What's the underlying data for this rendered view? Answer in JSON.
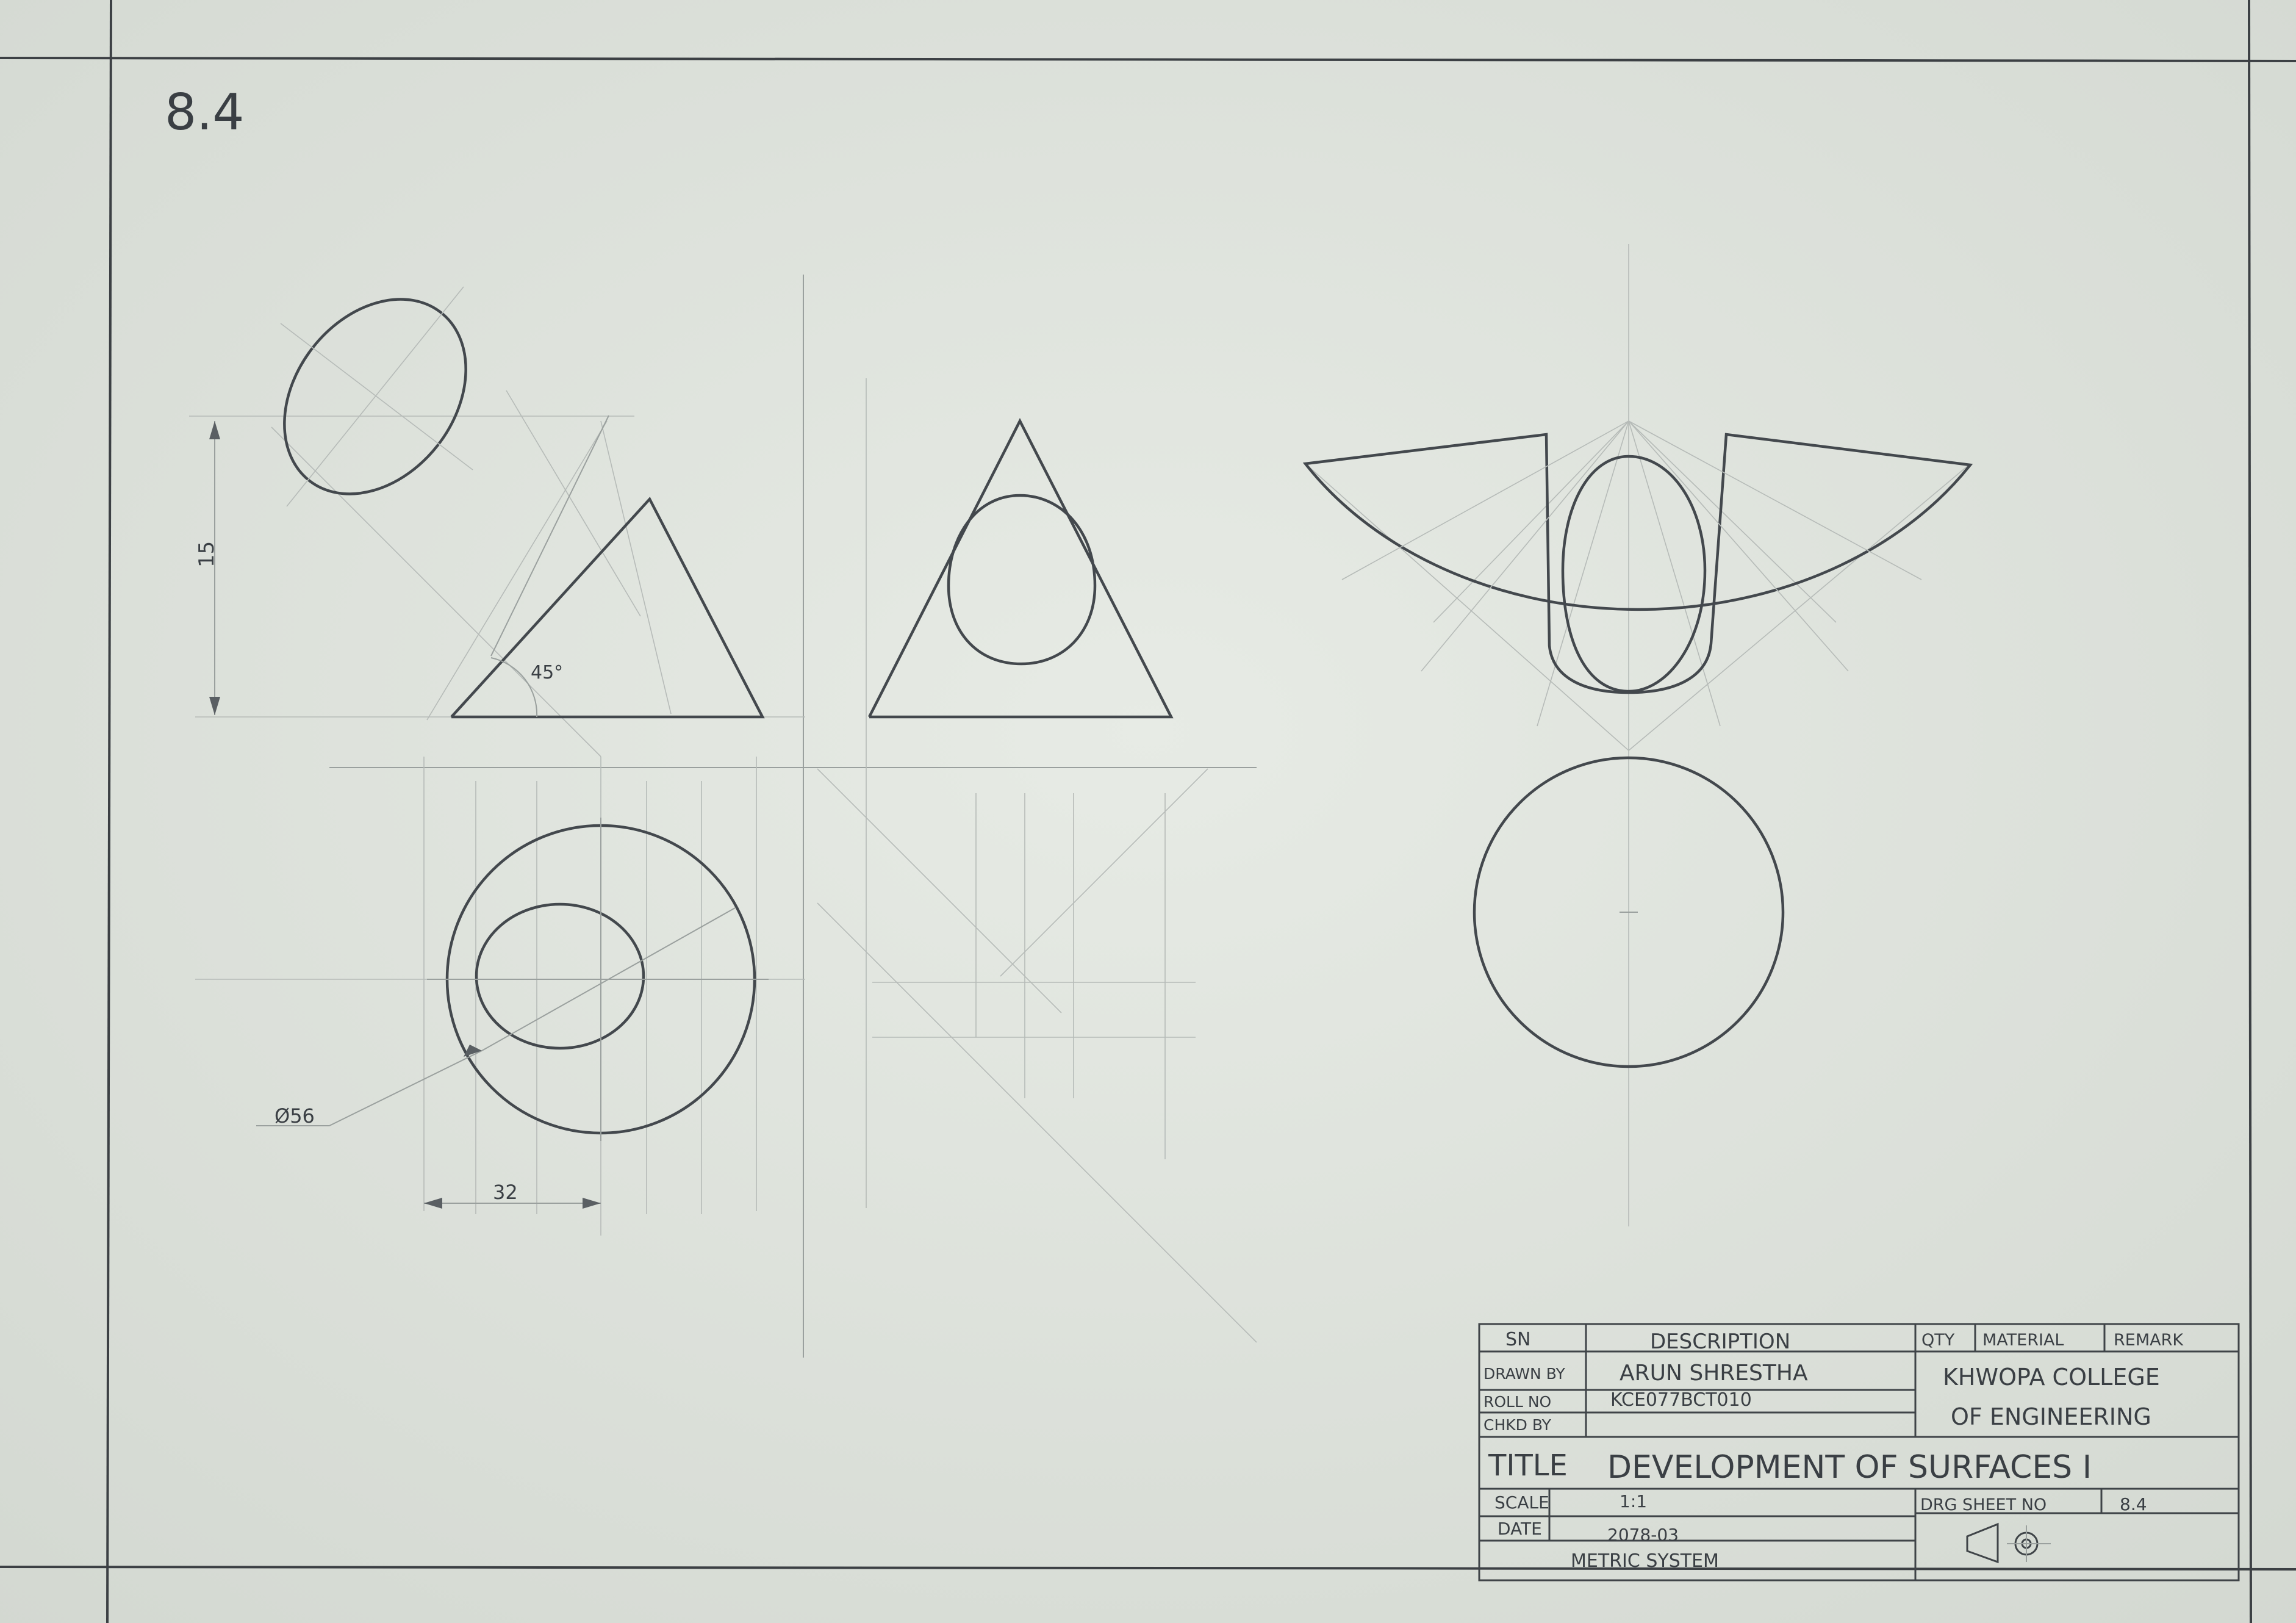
{
  "sheet": {
    "number": "8.4",
    "dims": {
      "height": "15",
      "angle": "45°",
      "diameter": "Ø56",
      "base": "32"
    }
  },
  "title_block": {
    "headers": {
      "sn": "SN",
      "description": "DESCRIPTION",
      "qty": "QTY",
      "material": "MATERIAL",
      "remark": "REMARK"
    },
    "rows": [
      {
        "label": "DRAWN BY",
        "value": "ARUN SHRESTHA"
      },
      {
        "label": "ROLL NO",
        "value": "KCE077BCT010"
      },
      {
        "label": "CHKD BY",
        "value": ""
      }
    ],
    "college_line1": "KHWOPA COLLEGE",
    "college_line2": "OF ENGINEERING",
    "title_label": "TITLE",
    "title": "DEVELOPMENT OF SURFACES I",
    "scale_label": "SCALE",
    "scale": "1:1",
    "date_label": "DATE",
    "date": "2078-03",
    "system": "METRIC SYSTEM",
    "sheet_label": "DRG SHEET NO",
    "sheet_no": "8.4"
  }
}
